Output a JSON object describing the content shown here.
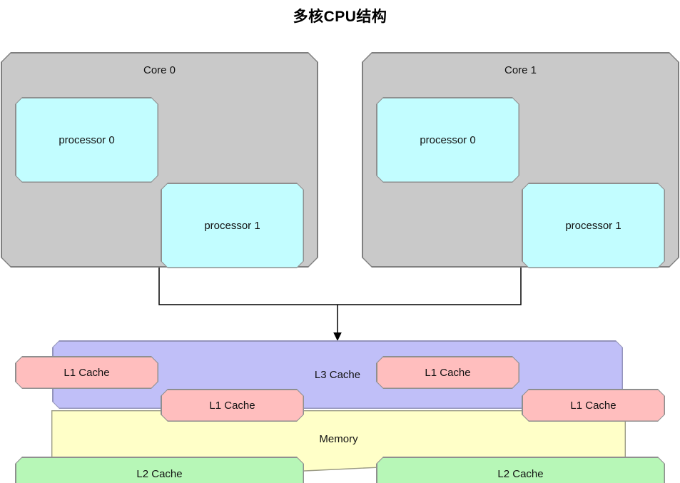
{
  "title": "多核CPU结构",
  "cores": [
    {
      "label": "Core 0",
      "processors": [
        {
          "label": "processor 0"
        },
        {
          "label": "processor 1"
        }
      ],
      "l1_caches": [
        {
          "label": "L1 Cache"
        },
        {
          "label": "L1 Cache"
        }
      ],
      "l2_cache": {
        "label": "L2 Cache"
      }
    },
    {
      "label": "Core 1",
      "processors": [
        {
          "label": "processor 0"
        },
        {
          "label": "processor 1"
        }
      ],
      "l1_caches": [
        {
          "label": "L1 Cache"
        },
        {
          "label": "L1 Cache"
        }
      ],
      "l2_cache": {
        "label": "L2 Cache"
      }
    }
  ],
  "l3_cache": {
    "label": "L3 Cache"
  },
  "memory": {
    "label": "Memory"
  },
  "colors": {
    "core_fill": "#c9c9c9",
    "core_border": "#7f7f7f",
    "processor_fill": "#c2fdff",
    "l1_fill": "#ffbebe",
    "l2_fill": "#b7f7b7",
    "l3_fill": "#c0bff8",
    "memory_fill": "#ffffc8",
    "box_border": "#8f8f8f",
    "connector": "#000000",
    "text": "#111111"
  }
}
